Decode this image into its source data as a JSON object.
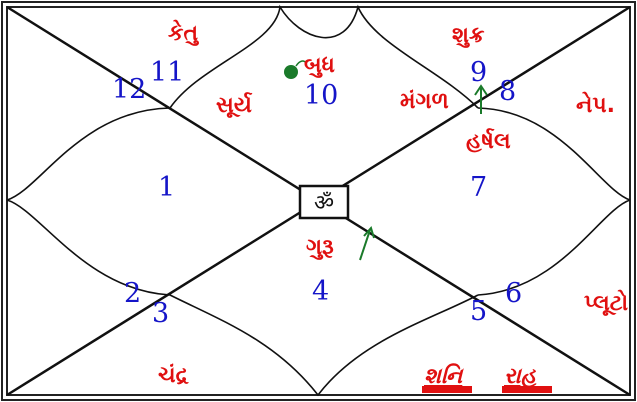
{
  "houses": [
    {
      "house": 1,
      "sign": "1"
    },
    {
      "house": 2,
      "sign": "12"
    },
    {
      "house": 2,
      "sign": "11"
    },
    {
      "house": 3,
      "sign": "10"
    },
    {
      "house": 4,
      "sign": "9"
    },
    {
      "house": 4,
      "sign": "8"
    },
    {
      "house": 5,
      "sign": "7"
    },
    {
      "house": 6,
      "sign": "6"
    },
    {
      "house": 6,
      "sign": "5"
    },
    {
      "house": 7,
      "sign": "4"
    },
    {
      "house": 8,
      "sign": "3"
    },
    {
      "house": 8,
      "sign": "2"
    }
  ],
  "planets": {
    "ketu": "કેતુ",
    "surya": "સૂર્ય",
    "budh": "બુધ",
    "mangal": "મંગળ",
    "shukra": "શુક્ર",
    "harshal": "હર્ષલ",
    "nep": "નેપ.",
    "guru": "ગુરૂ",
    "pluto": "પ્લૂટો",
    "chandra": "ચંદ્ર",
    "shani": "શનિ",
    "rahu": "રાહુ"
  },
  "center_symbol": "ॐ",
  "colors": {
    "planet": "#e01010",
    "number": "#1515c8",
    "arrow_green": "#1a7a2a",
    "underline_bar": "#e01010"
  },
  "icons": {
    "budh_marker": "green-bomb-icon",
    "mangal_marker": "green-up-arrow-icon",
    "guru_marker": "green-up-arrow-icon"
  }
}
